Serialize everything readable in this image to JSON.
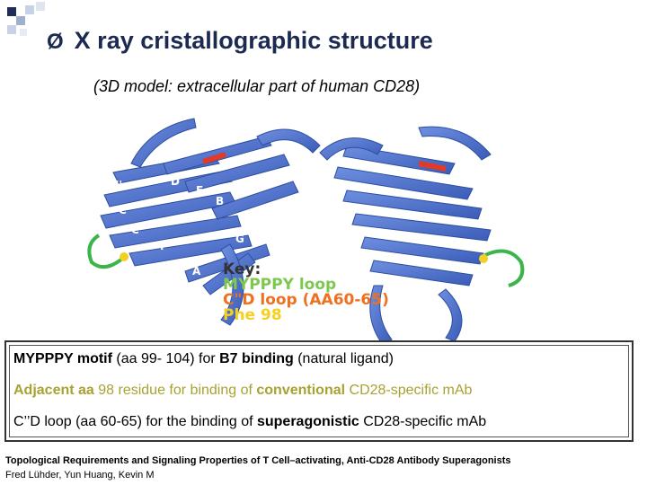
{
  "title": "X ray cristallographic structure",
  "title_bullet": "Ø",
  "subtitle": "(3D model: extracellular part of human CD28)",
  "figure": {
    "strand_labels_left": [
      "C''",
      "C'",
      "C",
      "D",
      "E",
      "B",
      "F",
      "G",
      "A"
    ],
    "key": {
      "heading": "Key:",
      "items": [
        {
          "text": "MYPPPY loop",
          "color": "#7ec850"
        },
        {
          "text": "C\"D loop (AA60-65)",
          "color": "#f07020"
        },
        {
          "text": "Phe 98",
          "color": "#f5d020"
        }
      ]
    },
    "colors": {
      "ribbon": "#4a6fc8",
      "ribbon_dark": "#2d4fa0",
      "loop_green": "#3cb44b",
      "loop_red": "#e03a2a",
      "phe": "#f0d020"
    }
  },
  "box": {
    "line1": {
      "a": "MYPPPY motif",
      "b": " (aa 99- 104) for ",
      "c": "B7 binding",
      "d": " (natural ligand)"
    },
    "line2": {
      "a": "Adjacent aa",
      "b": " 98 residue for binding of ",
      "c": "conventional",
      "d": " CD28-specific mAb"
    },
    "line3": {
      "a": "C’’D loop (aa 60-65) for the binding of ",
      "b": "superagonistic",
      "c": " CD28-specific mAb"
    }
  },
  "reference": {
    "line1": "Topological Requirements and Signaling Properties of T Cell–activating, Anti-CD28 Antibody Superagonists",
    "line2": "Fred Lühder, Yun Huang, Kevin M"
  }
}
